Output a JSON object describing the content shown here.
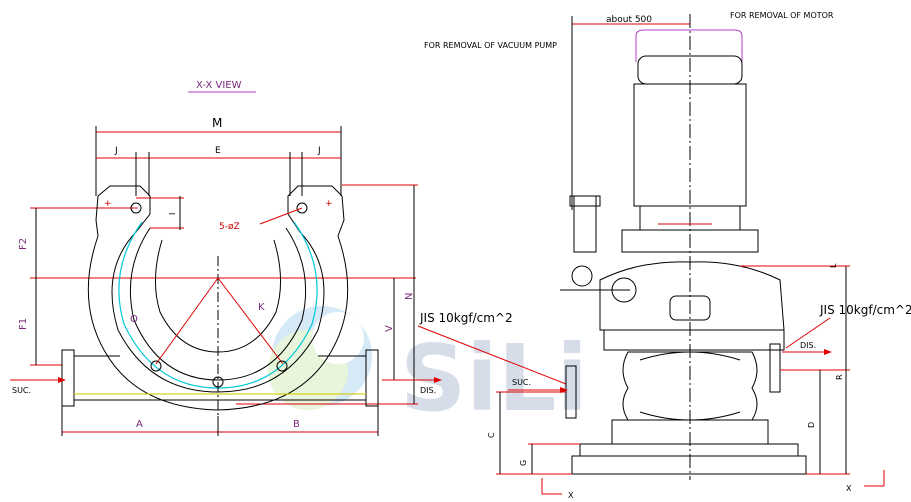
{
  "left_view": {
    "title": "X-X  VIEW",
    "dim_M": "M",
    "dim_J_left": "J",
    "dim_E": "E",
    "dim_J_right": "J",
    "dim_I": "I",
    "dim_F2": "F2",
    "dim_F1": "F1",
    "dim_N": "N",
    "dim_V": "V",
    "dim_O": "O",
    "dim_K": "K",
    "dim_A": "A",
    "dim_B": "B",
    "holes_label": "5-øZ",
    "suc_label": "SUC.",
    "dis_label": "DIS."
  },
  "right_view": {
    "about_label": "about 500",
    "motor_removal": "FOR REMOVAL OF MOTOR",
    "pump_removal": "FOR REMOVAL OF VACUUM PUMP",
    "jis_left": "JIS 10kgf/cm^2",
    "jis_right": "JIS 10kgf/cm^2",
    "suc_label": "SUC.",
    "dis_label": "DIS.",
    "dim_C": "C",
    "dim_G": "G",
    "dim_D": "D",
    "dim_R": "R",
    "dim_L": "L",
    "x_left": "X",
    "x_right": "X"
  },
  "watermark": "SiLi"
}
